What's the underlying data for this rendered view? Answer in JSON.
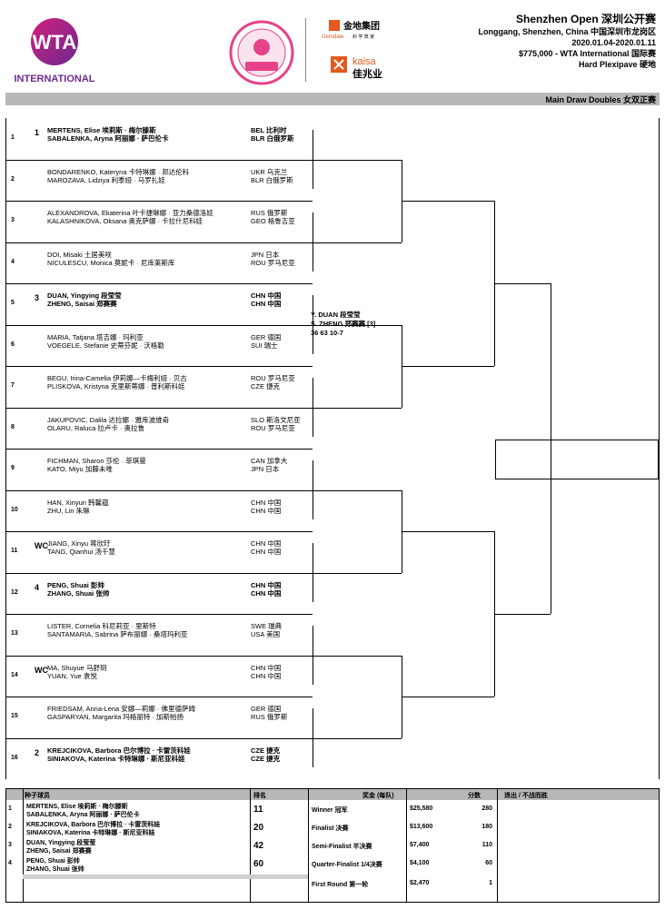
{
  "header": {
    "title": "Shenzhen Open 深圳公开赛",
    "location": "Longgang, Shenzhen, China 中国深圳市龙岗区",
    "dates": "2020.01.04-2020.01.11",
    "prize": "$775,000 -  WTA International 国际赛",
    "surface": "Hard Plexipave  硬地",
    "section": "Main Draw Doubles 女双正赛"
  },
  "logos": {
    "wta_text": "WTA",
    "wta_sub": "INTERNATIONAL",
    "gemdale_cn": "金地集团",
    "gemdale_en": "Gemdale",
    "gemdale_sub": "科 学 筑 家",
    "kaisa_en": "kaisa",
    "kaisa_cn": "佳兆业"
  },
  "draw": [
    {
      "num": "1",
      "seed": "1",
      "bold": true,
      "p1": "MERTENS, Elise 埃莉斯 · 梅尔滕斯",
      "c1": "BEL 比利时",
      "p2": "SABALENKA, Aryna 阿丽娜 · 萨巴伦卡",
      "c2": "BLR 白俄罗斯"
    },
    {
      "num": "2",
      "seed": "",
      "bold": false,
      "p1": "BONDARENKO, Kateryna 卡特琳娜 · 邦达伦科",
      "c1": "UKR 乌克兰",
      "p2": "MAROZAVA, Lidziya 利季娅 · 马罗扎娃",
      "c2": "BLR 白俄罗斯"
    },
    {
      "num": "3",
      "seed": "",
      "bold": false,
      "p1": "ALEXANDROVA, Ekaterina 叶卡捷琳娜 · 亚力桑德洛娃",
      "c1": "RUS 俄罗斯",
      "p2": "KALASHNIKOVA, Oksana 奥克萨娜 · 卡拉什尼科娃",
      "c2": "GEO 格鲁吉亚"
    },
    {
      "num": "4",
      "seed": "",
      "bold": false,
      "p1": "DOI, Misaki 土居美咲",
      "c1": "JPN 日本",
      "p2": "NICULESCU, Monica 莫妮卡 · 尼库莱斯库",
      "c2": "ROU 罗马尼亚"
    },
    {
      "num": "5",
      "seed": "3",
      "bold": true,
      "p1": "DUAN, Yingying 段莹莹",
      "c1": "CHN 中国",
      "p2": "ZHENG, Saisai 郑赛赛",
      "c2": "CHN 中国"
    },
    {
      "num": "6",
      "seed": "",
      "bold": false,
      "p1": "MARIA, Tatjana 塔吉娜 · 玛利亚",
      "c1": "GER 德国",
      "p2": "VOEGELE, Stefanie 史蒂芬妮 · 沃格勒",
      "c2": "SUI 瑞士"
    },
    {
      "num": "7",
      "seed": "",
      "bold": false,
      "p1": "BEGU, Irina-Camelia 伊莉娜—卡梅利娅 · 贝古",
      "c1": "ROU 罗马尼亚",
      "p2": "PLISKOVA, Kristyna 克里斯蒂娜 · 普利斯科娃",
      "c2": "CZE 捷克"
    },
    {
      "num": "8",
      "seed": "",
      "bold": false,
      "p1": "JAKUPOVIC, Dalila 达拉娜 · 雅库波维奇",
      "c1": "SLO 斯洛文尼亚",
      "p2": "OLARU, Raluca 拉卢卡 · 奥拉鲁",
      "c2": "ROU 罗马尼亚"
    },
    {
      "num": "9",
      "seed": "",
      "bold": false,
      "p1": "FICHMAN, Sharon 莎伦 · 菲琪曼",
      "c1": "CAN 加拿大",
      "p2": "KATO, Miyu 加藤未唯",
      "c2": "JPN 日本"
    },
    {
      "num": "10",
      "seed": "",
      "bold": false,
      "p1": "HAN, Xinyun 韩馨蕴",
      "c1": "CHN 中国",
      "p2": "ZHU, Lin 朱琳",
      "c2": "CHN 中国"
    },
    {
      "num": "11",
      "seed": "WC",
      "bold": false,
      "p1": "JIANG, Xinyu 蒋欣玗",
      "c1": "CHN 中国",
      "p2": "TANG, Qianhui 汤千慧",
      "c2": "CHN 中国"
    },
    {
      "num": "12",
      "seed": "4",
      "bold": true,
      "p1": "PENG, Shuai 彭帅",
      "c1": "CHN 中国",
      "p2": "ZHANG, Shuai 张帅",
      "c2": "CHN 中国"
    },
    {
      "num": "13",
      "seed": "",
      "bold": false,
      "p1": "LISTER, Cornelia 科尼莉亚 · 里斯特",
      "c1": "SWE 瑞典",
      "p2": "SANTAMARIA, Sabrina 萨布丽娜 · 桑塔玛利亚",
      "c2": "USA 美国"
    },
    {
      "num": "14",
      "seed": "WC",
      "bold": false,
      "p1": "MA, Shuyue 马舒玥",
      "c1": "CHN 中国",
      "p2": "YUAN, Yue 袁悦",
      "c2": "CHN 中国"
    },
    {
      "num": "15",
      "seed": "",
      "bold": false,
      "p1": "FRIEDSAM, Anna-Lena 安娜—莉娜 · 佛里德萨姆",
      "c1": "GER 德国",
      "p2": "GASPARYAN, Margarita 玛格丽特 · 加斯帕扬",
      "c2": "RUS 俄罗斯"
    },
    {
      "num": "16",
      "seed": "2",
      "bold": true,
      "p1": "KREJCIKOVA, Barbora 巴尔博拉 · 卡雷茨科娃",
      "c1": "CZE 捷克",
      "p2": "SINIAKOVA, Katerina 卡特琳娜 · 斯尼亚科娃",
      "c2": "CZE 捷克"
    }
  ],
  "winner_r2": {
    "line1": "Y. DUAN 段莹莹",
    "line2": "S. ZHENG 郑赛赛 [3]",
    "score": "36 63 10-7"
  },
  "footer": {
    "h_seeds": "种子球员",
    "h_rank": "排名",
    "h_prize": "奖金 (每队)",
    "h_points": "分数",
    "h_withdraw": "退出 / 不战而胜",
    "seeds": [
      {
        "n": "1",
        "a": "MERTENS, Elise 埃莉斯 · 梅尔滕斯",
        "b": "SABALENKA, Aryna 阿丽娜 · 萨巴伦卡",
        "rank": "11"
      },
      {
        "n": "2",
        "a": "KREJCIKOVA, Barbora 巴尔博拉 · 卡雷茨科娃",
        "b": "SINIAKOVA, Katerina 卡特琳娜 · 斯尼亚科娃",
        "rank": "20"
      },
      {
        "n": "3",
        "a": "DUAN, Yingying 段莹莹",
        "b": "ZHENG, Saisai 郑赛赛",
        "rank": "42"
      },
      {
        "n": "4",
        "a": "PENG, Shuai 彭帅",
        "b": "ZHANG, Shuai 张帅",
        "rank": "60"
      }
    ],
    "prizes": [
      {
        "round": "Winner 冠军",
        "money": "$25,580",
        "points": "280"
      },
      {
        "round": "Finalist 决赛",
        "money": "$13,600",
        "points": "180"
      },
      {
        "round": "Semi-Finalist 半决赛",
        "money": "$7,400",
        "points": "110"
      },
      {
        "round": "Quarter-Finalist 1/4决赛",
        "money": "$4,100",
        "points": "60"
      },
      {
        "round": "First Round 第一轮",
        "money": "$2,470",
        "points": "1"
      }
    ]
  }
}
